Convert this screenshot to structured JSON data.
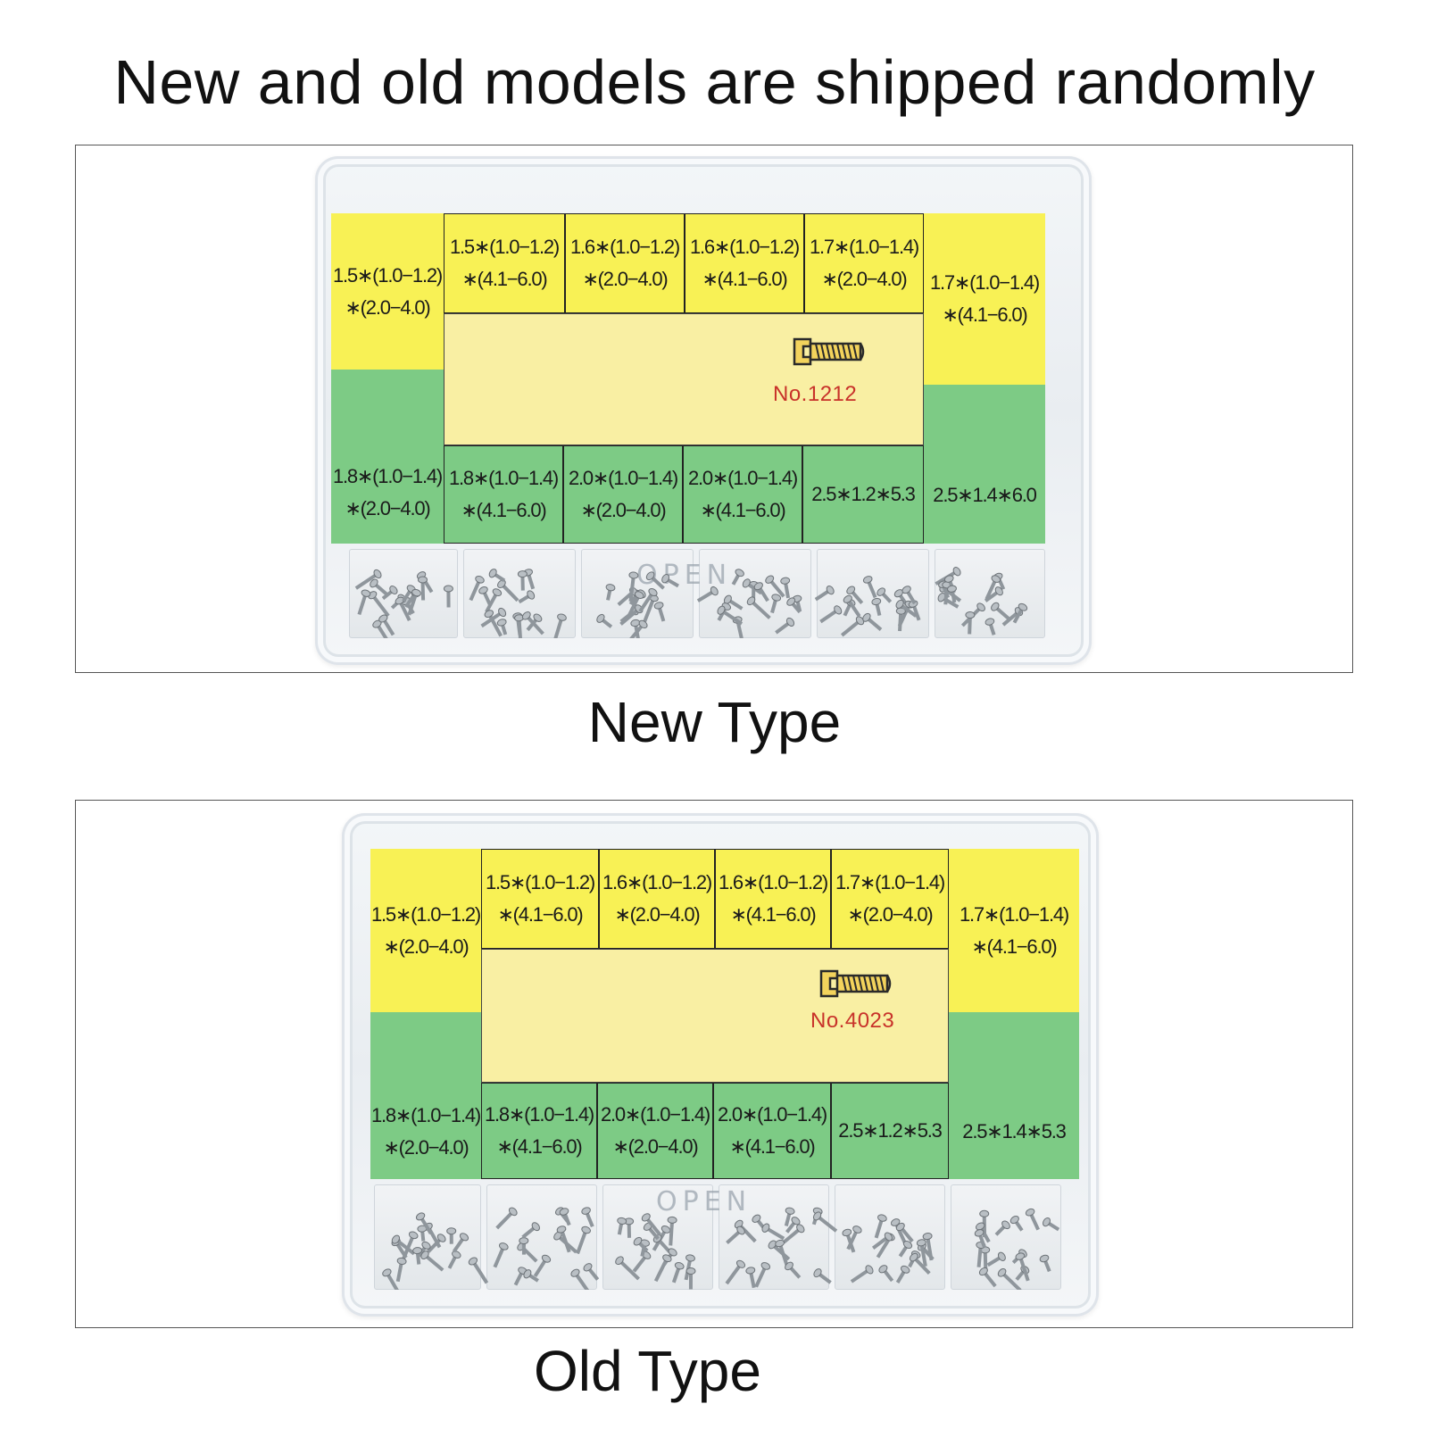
{
  "headline": "New and old models are shipped randomly",
  "new_type": {
    "caption": "New Type",
    "model_no": "No.1212",
    "top_labels": [
      {
        "line1": "1.5∗(1.0−1.2)",
        "line2": "∗(2.0−4.0)"
      },
      {
        "line1": "1.5∗(1.0−1.2)",
        "line2": "∗(4.1−6.0)"
      },
      {
        "line1": "1.6∗(1.0−1.2)",
        "line2": "∗(2.0−4.0)"
      },
      {
        "line1": "1.6∗(1.0−1.2)",
        "line2": "∗(4.1−6.0)"
      },
      {
        "line1": "1.7∗(1.0−1.4)",
        "line2": "∗(2.0−4.0)"
      },
      {
        "line1": "1.7∗(1.0−1.4)",
        "line2": "∗(4.1−6.0)"
      }
    ],
    "bottom_labels": [
      {
        "line1": "1.8∗(1.0−1.4)",
        "line2": "∗(2.0−4.0)"
      },
      {
        "line1": "1.8∗(1.0−1.4)",
        "line2": "∗(4.1−6.0)"
      },
      {
        "line1": "2.0∗(1.0−1.4)",
        "line2": "∗(2.0−4.0)"
      },
      {
        "line1": "2.0∗(1.0−1.4)",
        "line2": "∗(4.1−6.0)"
      },
      {
        "line1": "2.5∗1.2∗5.3",
        "line2": ""
      },
      {
        "line1": "2.5∗1.4∗6.0",
        "line2": ""
      }
    ],
    "case_mark": "OPEN"
  },
  "old_type": {
    "caption": "Old Type",
    "model_no": "No.4023",
    "top_labels": [
      {
        "line1": "1.5∗(1.0−1.2)",
        "line2": "∗(2.0−4.0)"
      },
      {
        "line1": "1.5∗(1.0−1.2)",
        "line2": "∗(4.1−6.0)"
      },
      {
        "line1": "1.6∗(1.0−1.2)",
        "line2": "∗(2.0−4.0)"
      },
      {
        "line1": "1.6∗(1.0−1.2)",
        "line2": "∗(4.1−6.0)"
      },
      {
        "line1": "1.7∗(1.0−1.4)",
        "line2": "∗(2.0−4.0)"
      },
      {
        "line1": "1.7∗(1.0−1.4)",
        "line2": "∗(4.1−6.0)"
      }
    ],
    "bottom_labels": [
      {
        "line1": "1.8∗(1.0−1.4)",
        "line2": "∗(2.0−4.0)"
      },
      {
        "line1": "1.8∗(1.0−1.4)",
        "line2": "∗(4.1−6.0)"
      },
      {
        "line1": "2.0∗(1.0−1.4)",
        "line2": "∗(2.0−4.0)"
      },
      {
        "line1": "2.0∗(1.0−1.4)",
        "line2": "∗(4.1−6.0)"
      },
      {
        "line1": "2.5∗1.2∗5.3",
        "line2": ""
      },
      {
        "line1": "2.5∗1.4∗5.3",
        "line2": ""
      }
    ],
    "case_mark": "OPEN"
  },
  "colors": {
    "label_yellow": "#f8f155",
    "label_green": "#7dcb85",
    "center_panel": "#f9efa3",
    "model_number_red": "#c8322a"
  }
}
